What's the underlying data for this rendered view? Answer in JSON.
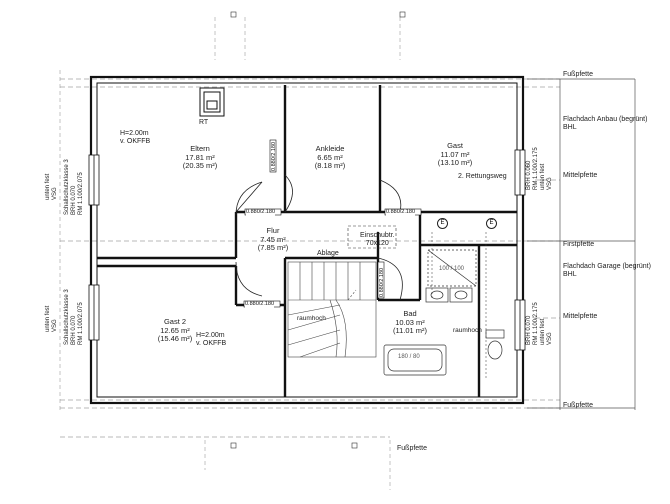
{
  "rooms": {
    "eltern": {
      "name": "Eltern",
      "area": "17.81 m²",
      "area2": "(20.35 m²)"
    },
    "eltern_note": {
      "line1": "H=2.00m",
      "line2": "v. OKFFB"
    },
    "ankleide": {
      "name": "Ankleide",
      "area": "6.65 m²",
      "area2": "(8.18 m²)"
    },
    "gast": {
      "name": "Gast",
      "area": "11.07 m²",
      "area2": "(13.10 m²)"
    },
    "rettungsweg": "2. Rettungsweg",
    "flur": {
      "name": "Flur",
      "area": "7.45 m²",
      "area2": "(7.85 m²)"
    },
    "ablage": "Ablage",
    "einschub": {
      "line1": "Einschubtr.",
      "line2": "70x120"
    },
    "gast2": {
      "name": "Gast 2",
      "area": "12.65 m²",
      "area2": "(15.46 m²)"
    },
    "gast2_note": {
      "line1": "H=2.00m",
      "line2": "v. OKFFB"
    },
    "bad": {
      "name": "Bad",
      "area": "10.03 m²",
      "area2": "(11.01 m²)"
    },
    "raumhoch_left": "raumhoch",
    "raumhoch_right": "raumhoch",
    "shower": "100 / 100",
    "tub": "180 / 80",
    "rt": "RT"
  },
  "dims": {
    "d_880a": "0.880/2.180",
    "d_880b": "0.880/2.180",
    "d_880c": "0.880/2.180",
    "d_880d": "0.880/2.180",
    "d_880e": "0.880/2.180"
  },
  "labels": {
    "fusspfette_top": "Fußpfette",
    "fusspfette_bottom": "Fußpfette",
    "fusspfette_bottom2": "Fußpfette",
    "firstpfette": "Firstpfette",
    "mittelpfette_top": "Mittelpfette",
    "mittelpfette_bottom": "Mittelpfette",
    "flachdach_anbau": {
      "line1": "Flachdach Anbau (begrünt)",
      "line2": "BHL"
    },
    "flachdach_garage": {
      "line1": "Flachdach Garage (begrünt)",
      "line2": "BHL"
    },
    "e_marker1": "E",
    "e_marker2": "E"
  },
  "windows": {
    "left_top": {
      "l1": "unten fest",
      "l2": "VSG",
      "l3": "Schallschutzklasse 3",
      "l4": "BRH 0.070",
      "l5": "RM 1.100/2.075"
    },
    "left_bottom": {
      "l1": "unten fest",
      "l2": "VSG",
      "l3": "Schallschutzklasse 3",
      "l4": "BRH 0.070",
      "l5": "RM 1.100/2.075"
    },
    "right_top": {
      "l1": "BRH 0.060",
      "l2": "RM 1.100/2.175",
      "l3": "unten fest",
      "l4": "VSG"
    },
    "right_bottom": {
      "l1": "BRH 0.070",
      "l2": "RM 1.100/2.175",
      "l3": "unten fest",
      "l4": "VSG"
    }
  }
}
